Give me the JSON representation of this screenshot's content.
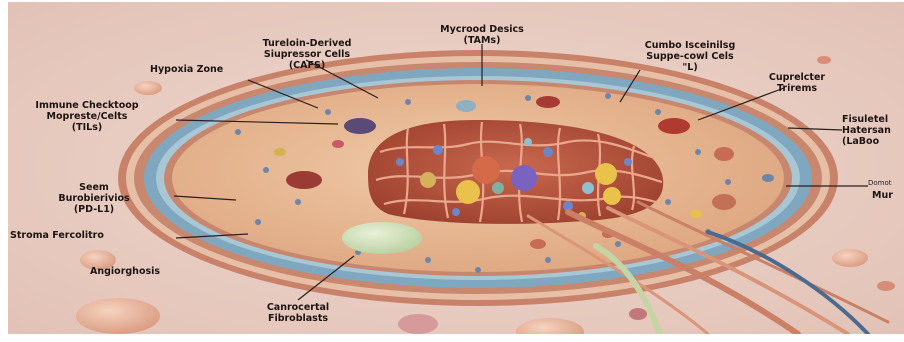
{
  "labels": {
    "tumor_derived_cells": "Tureloin-Derived\nSiupressor Cells\n(CAFS)",
    "mycrood_desics": "Mycrood Desics\n(TAMs)",
    "cumbo": "Cumbo Isceinilsg\nSuppe-cowl Cels\n\"L)",
    "hypoxia": "Hypoxia Zone",
    "cuprelcter": "Cuprelcter\nTrirems",
    "immune_checkpoint": "Immune Checktoop\nMopreste/Celts\n(TILs)",
    "fisuletel": "Fisuletel\nHatersan\n(LaBoo",
    "seem": "Seem\nBurobierivios\n(PD-L1)",
    "domat": "Domot",
    "mur": "Mur",
    "stroma": "Stroma Fercolitro",
    "angiorghosis": "Angiorghosis",
    "canrocertal": "Canrocertal\nFibroblasts"
  },
  "colors": {
    "background": "#ead0c6",
    "outer_membrane": "#c8826a",
    "blue_layer": "#7fa8c0",
    "cytoplasm": "#e8b894",
    "nucleus": "#b5533c",
    "nucleus_mesh": "#e9a48c",
    "label_text": "#1c1412"
  }
}
